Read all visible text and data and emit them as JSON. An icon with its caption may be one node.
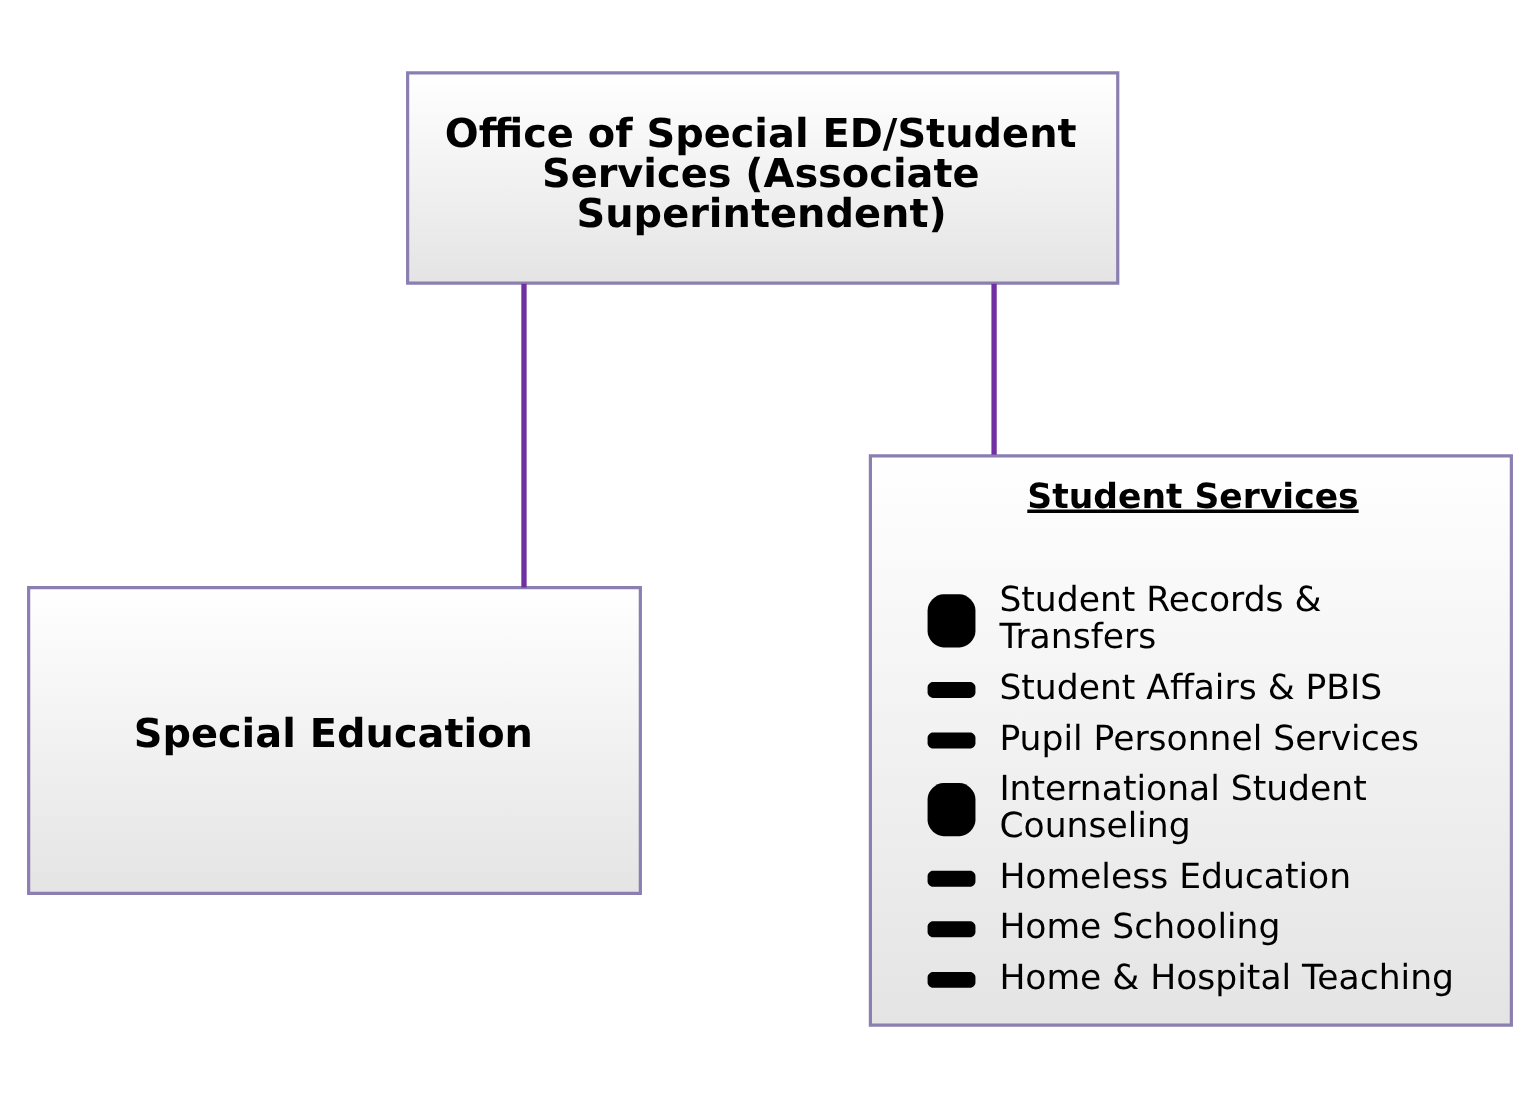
{
  "diagram": {
    "nodes": [
      {
        "text": [
          "Office of Special ED/Student Services (Associate Superintendent)"
        ]
      },
      {
        "text": [
          "Special Education"
        ]
      },
      {
        "text": [
          "Student Services",
          "Student Records & Transfers",
          "Student Affairs & PBIS",
          "Pupil Personnel Services",
          "International Student Counseling",
          "Homeless Education",
          "Home Schooling",
          "Home & Hospital Teaching"
        ]
      }
    ],
    "edges": [
      {
        "from": 0,
        "to": 1,
        "arrow": "none"
      },
      {
        "from": 0,
        "to": 2,
        "arrow": "none"
      }
    ]
  }
}
